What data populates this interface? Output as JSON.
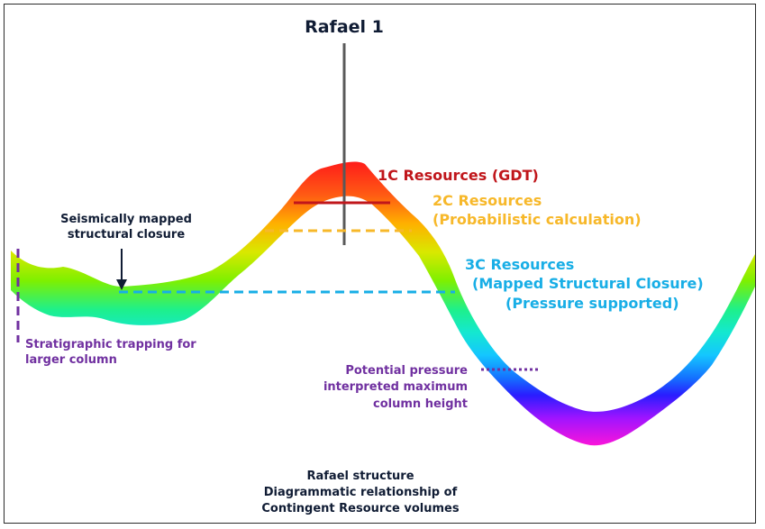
{
  "title": "Rafael 1",
  "colors": {
    "c1": "#c0161b",
    "c2": "#f7b82a",
    "c3": "#18aee6",
    "strat": "#7030a0",
    "text_dark": "#101c34",
    "well": "#595959",
    "frame": "#2b2b2b"
  },
  "labels": {
    "c1": "1C Resources (GDT)",
    "c2_line1": "2C Resources",
    "c2_line2": "(Probabilistic calculation)",
    "c3_line1": "3C Resources",
    "c3_line2": "(Mapped Structural Closure)",
    "c3_line3": "(Pressure supported)",
    "seismic_line1": "Seismically mapped",
    "seismic_line2": "structural closure",
    "strat_line1": "Stratigraphic trapping for",
    "strat_line2": "larger column",
    "pressure_line1": "Potential pressure",
    "pressure_line2": "interpreted maximum",
    "pressure_line3": "column height"
  },
  "caption": {
    "line1": "Rafael structure",
    "line2": "Diagrammatic relationship of",
    "line3": "Contingent Resource volumes"
  }
}
